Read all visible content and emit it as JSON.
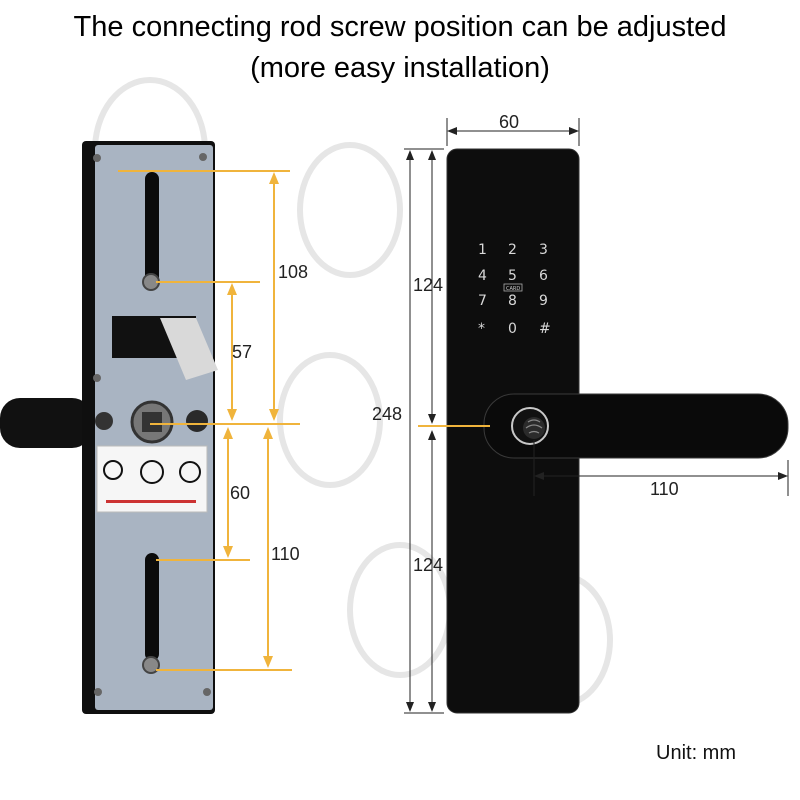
{
  "title": {
    "line1": "The connecting rod screw position can be adjusted",
    "line2": "(more easy installation)"
  },
  "left_dims": {
    "d108": "108",
    "d57": "57",
    "d60": "60",
    "d110": "110"
  },
  "right_dims": {
    "width": "60",
    "upper": "124",
    "total": "248",
    "lower": "124",
    "handle": "110"
  },
  "keypad": {
    "row1": [
      "1",
      "2",
      "3"
    ],
    "row2": [
      "4",
      "5",
      "6"
    ],
    "row3": [
      "7",
      "8",
      "9"
    ],
    "row4": [
      "*",
      "0",
      "#"
    ],
    "card_label": "CARD"
  },
  "unit_label": "Unit: mm",
  "colors": {
    "dimension_line": "#f0b43c",
    "lock_body": "#0d0d0d",
    "back_plate": "#a9b4c2"
  }
}
